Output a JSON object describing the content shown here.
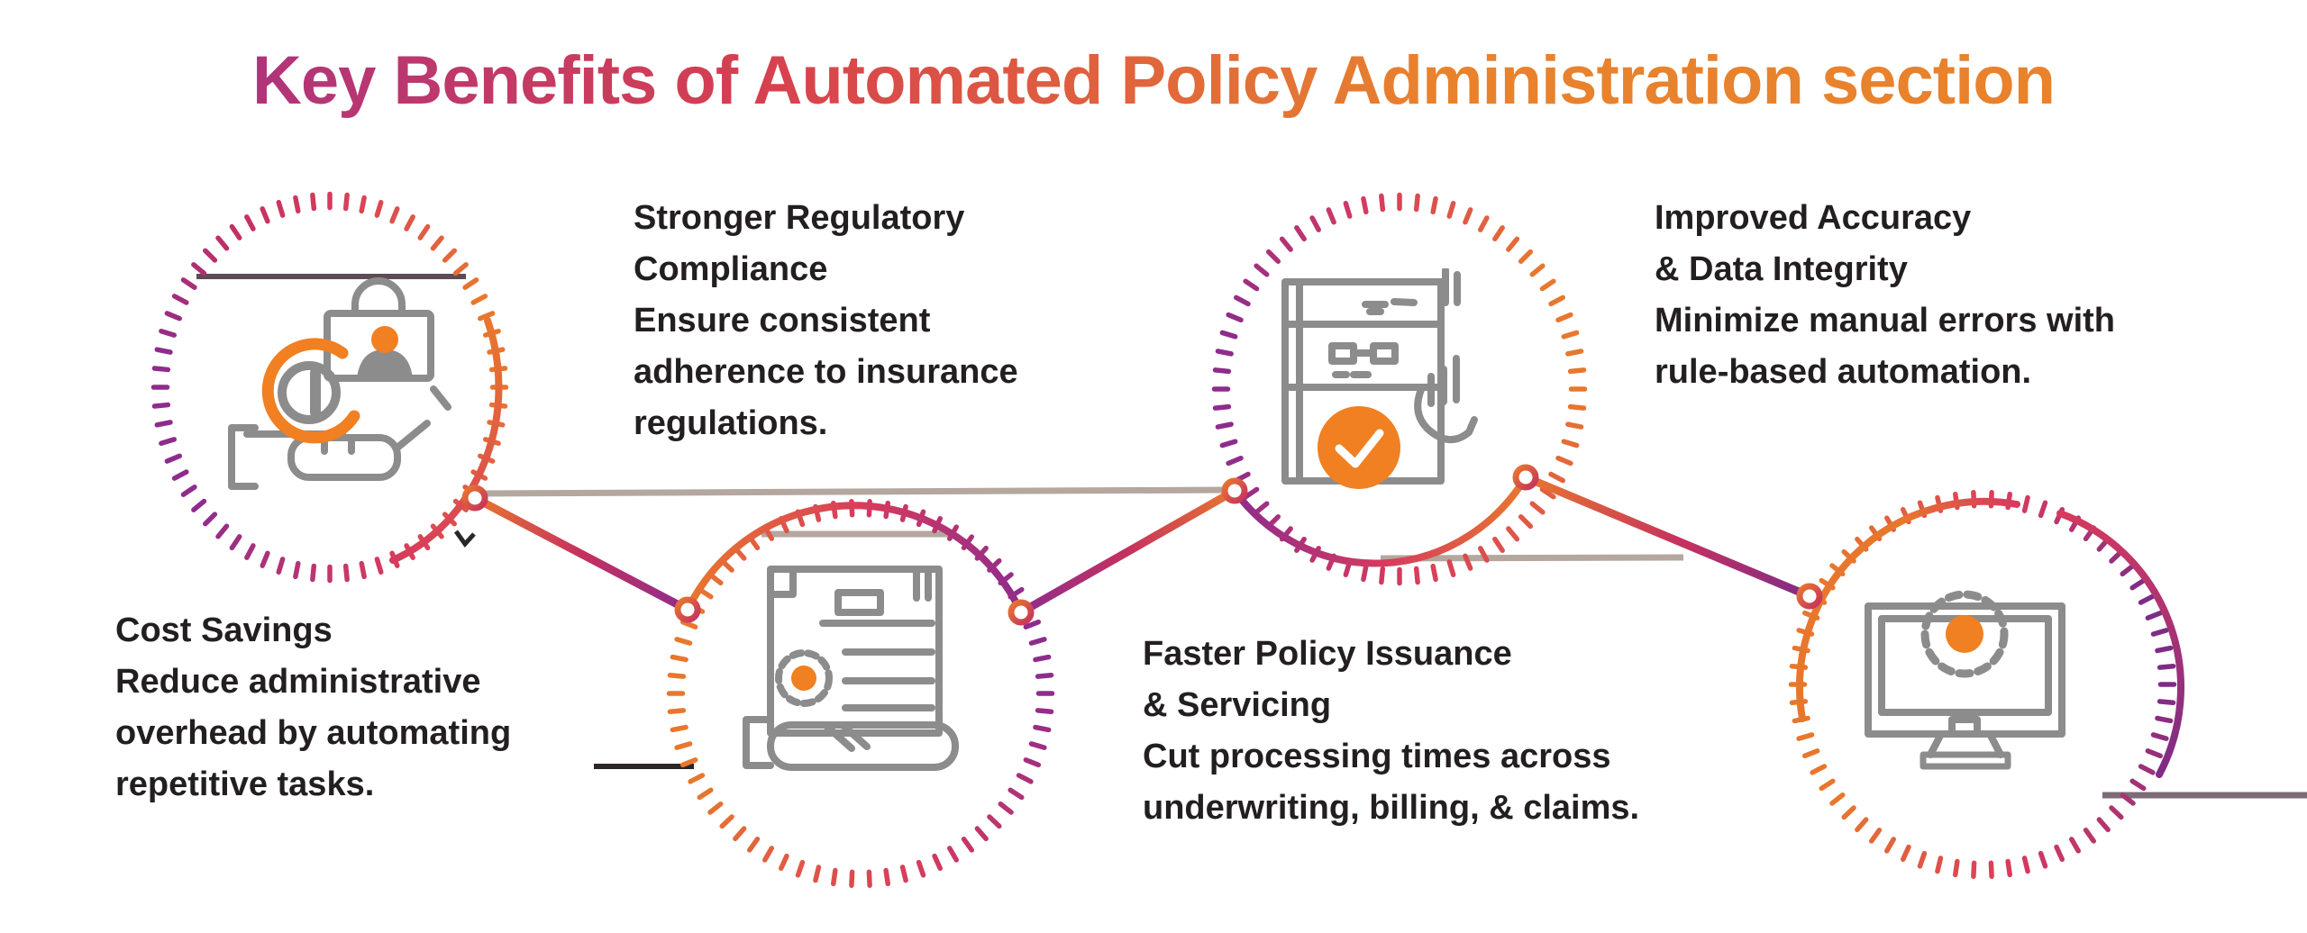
{
  "title": "Key Benefits of Automated Policy Administration section",
  "text_blocks": [
    {
      "name": "regulatory-compliance",
      "heading": "Stronger Regulatory\nCompliance",
      "body": "Ensure consistent\nadherence to insurance\nregulations."
    },
    {
      "name": "improved-accuracy",
      "heading": "Improved Accuracy\n& Data Integrity",
      "body": "Minimize manual errors with\nrule-based automation."
    },
    {
      "name": "cost-savings",
      "heading": "Cost Savings",
      "body": "Reduce administrative\noverhead by automating\nrepetitive tasks."
    },
    {
      "name": "faster-policy-issuance",
      "heading": "Faster Policy Issuance\n& Servicing",
      "body": "Cut processing times across\nunderwriting, billing, & claims."
    }
  ],
  "circles": [
    {
      "icon": "id-card-lock"
    },
    {
      "icon": "policy-document-gear"
    },
    {
      "icon": "checklist-approval"
    },
    {
      "icon": "computer-gear"
    }
  ],
  "colors": {
    "background": "#FFFFFF",
    "title_gradient_start": "#9C2E91",
    "title_gradient_mid": "#D6404F",
    "title_gradient_end": "#E8822D",
    "brand_orange": "#E8772E",
    "brand_crimson": "#D63A5E",
    "brand_magenta": "#C5315F",
    "brand_purple": "#8E2C8C",
    "brand_deep_purple": "#7E2C86",
    "accent_orange": "#F08021",
    "icon_gray": "#8C8C8C",
    "text_dark": "#231F20",
    "leader_beige": "#B4A79E",
    "leader_mauve": "#7C6C77",
    "leader_plum": "#5C4C55",
    "leader_dark": "#2B2627",
    "node_fill": "#FFFFFF"
  }
}
